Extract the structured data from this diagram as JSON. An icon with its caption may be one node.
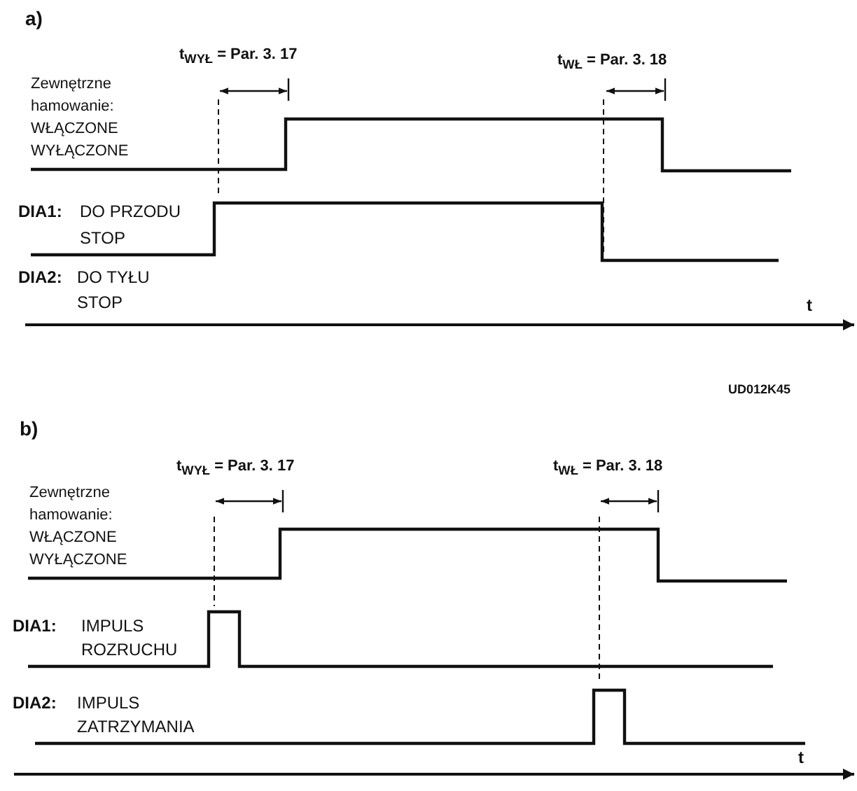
{
  "diagram": {
    "labels": [
      "a)",
      "t$_{WYŁ}$ = Par. 3. 17",
      "t$_{WŁ}$ = Par. 3. 18",
      "Zewnętrzne",
      "hamowanie:",
      "WŁĄCZONE",
      "WYŁĄCZONE",
      "DIA1:",
      "DO PRZODU",
      "STOP",
      "DIA2:",
      "DO TYŁU",
      "STOP",
      "t",
      "UD012K45",
      "b)",
      "t$_{WYŁ}$ = Par. 3. 17",
      "t$_{WŁ}$ = Par. 3. 18",
      "Zewnętrzne",
      "hamowanie:",
      "WŁĄCZONE",
      "WYŁĄCZONE",
      "DIA1:",
      "IMPULS",
      "ROZRUCHU",
      "DIA2:",
      "IMPULS",
      "ZATRZYMANIA",
      "t"
    ]
  }
}
